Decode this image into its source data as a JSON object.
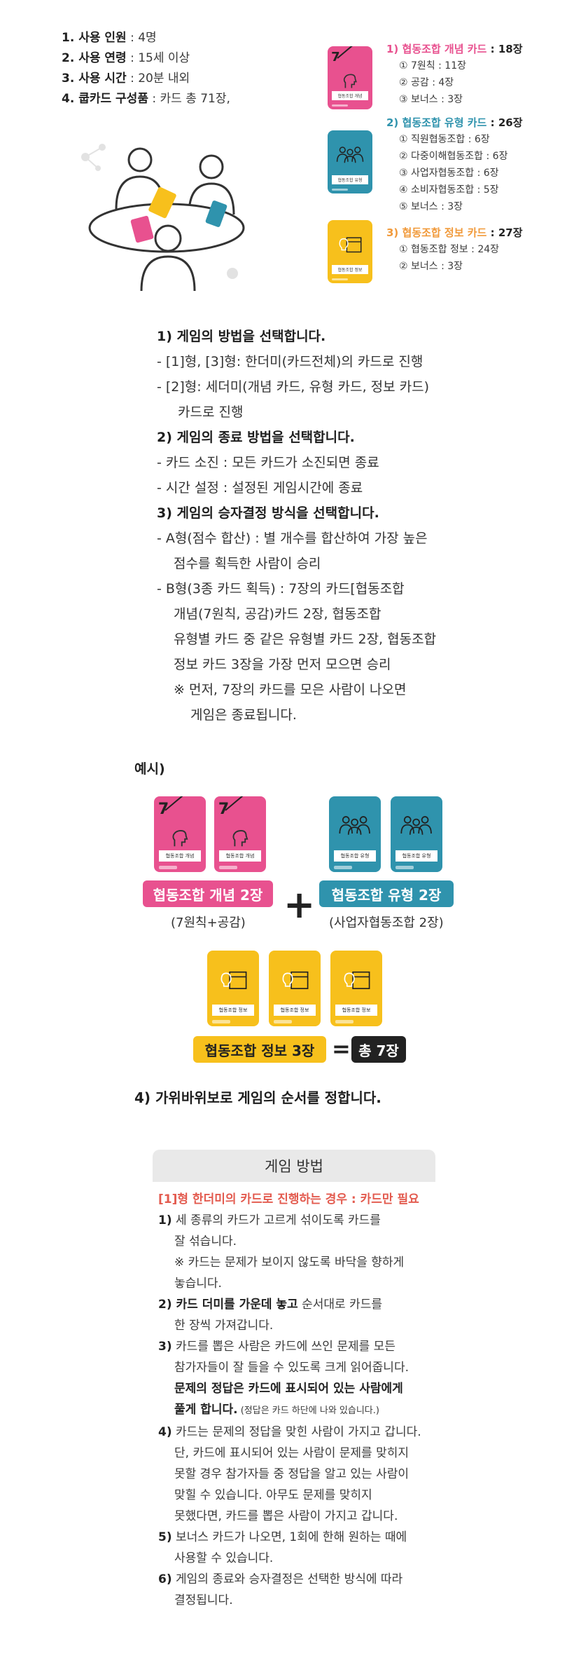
{
  "info": [
    {
      "key": "1. 사용 인원",
      "value": " : 4명"
    },
    {
      "key": "2. 사용 연령",
      "value": " : 15세 이상"
    },
    {
      "key": "3. 사용 시간",
      "value": " : 20분 내외"
    },
    {
      "key": "4. 쿱카드 구성품",
      "value": " : 카드 총 71장,"
    }
  ],
  "card_labels": {
    "concept": "협동조합 개념",
    "type": "협동조합 유형",
    "info": "협동조합 정보",
    "seven": "7"
  },
  "legend": {
    "g1": {
      "title": "1) 협동조합 개념 카드",
      "count": " : 18장",
      "items": [
        "① 7원칙 : 11장",
        "② 공감 : 4장",
        "③ 보너스 : 3장"
      ]
    },
    "g2": {
      "title": "2) 협동조합 유형 카드",
      "count": " : 26장",
      "items": [
        "① 직원협동조합 : 6장",
        "② 다중이해협동조합 : 6장",
        "③ 사업자협동조합 : 6장",
        "④ 소비자협동조합 : 5장",
        "⑤ 보너스 : 3장"
      ]
    },
    "g3": {
      "title": "3) 협동조합 정보 카드",
      "count": " : 27장",
      "items": [
        "① 협동조합 정보 : 24장",
        "② 보너스 : 3장"
      ]
    }
  },
  "rules": [
    {
      "text": "1)  게임의 방법을 선택합니다.",
      "bold": true
    },
    {
      "text": " - [1]형, [3]형: 한더미(카드전체)의 카드로 진행",
      "bold": false
    },
    {
      "text": " - [2]형: 세더미(개념 카드, 유형 카드, 정보 카드)",
      "bold": false
    },
    {
      "text": "    카드로 진행",
      "bold": false
    },
    {
      "text": "2) 게임의 종료 방법을 선택합니다.",
      "bold": true
    },
    {
      "text": " - 카드 소진 : 모든 카드가 소진되면 종료",
      "bold": false
    },
    {
      "text": " - 시간 설정 : 설정된 게임시간에 종료",
      "bold": false
    },
    {
      "text": "3) 게임의 승자결정 방식을 선택합니다.",
      "bold": true
    },
    {
      "text": " - A형(점수 합산) : 별 개수를 합산하여 가장 높은",
      "bold": false
    },
    {
      "text": "   점수를 획득한 사람이 승리",
      "bold": false
    },
    {
      "text": " - B형(3종 카드 획득) : 7장의 카드[협동조합",
      "bold": false
    },
    {
      "text": "   개념(7원칙, 공감)카드 2장, 협동조합",
      "bold": false
    },
    {
      "text": "   유형별 카드 중 같은 유형별 카드 2장, 협동조합",
      "bold": false
    },
    {
      "text": "   정보 카드 3장을 가장 먼저 모으면 승리",
      "bold": false
    },
    {
      "text": "   ※ 먼저, 7장의 카드를 모은 사람이 나오면",
      "bold": false
    },
    {
      "text": "       게임은 종료됩니다.",
      "bold": false
    }
  ],
  "example": {
    "label": "예시)",
    "concept_pill": "협동조합 개념 2장",
    "concept_sub": "(7원칙+공감)",
    "type_pill": "협동조합 유형 2장",
    "type_sub": "(사업자협동조합 2장)",
    "plus": "+",
    "info_pill": "협동조합 정보 3장",
    "equals": "=",
    "total_pill": "총 7장"
  },
  "step4": "4) 가위바위보로 게임의 순서를 정합니다.",
  "game_method": {
    "tab": "게임 방법",
    "subtitle": "[1]형 한더미의 카드로 진행하는 경우 : 카드만 필요",
    "lines": [
      {
        "num": "1)",
        "text": " 세 종류의 카드가 고르게 섞이도록 카드를"
      },
      {
        "num": "",
        "text": "잘 섞습니다."
      },
      {
        "num": "",
        "text": "  ※ 카드는 문제가 보이지 않도록 바닥을 향하게"
      },
      {
        "num": "",
        "text": "       놓습니다."
      },
      {
        "num": "2)",
        "text": " 카드 더미를 가운데 놓고",
        "tail": " 순서대로 카드를",
        "boldText": true
      },
      {
        "num": "",
        "text": "한 장씩 가져갑니다."
      },
      {
        "num": "3)",
        "text": " 카드를 뽑은 사람은 카드에 쓰인 문제를 모든"
      },
      {
        "num": "",
        "text": "참가자들이 잘 들을 수 있도록 크게 읽어줍니다."
      },
      {
        "num": "",
        "text": "문제의 정답은 카드에 표시되어 있는 사람에게",
        "boldText": true
      },
      {
        "num": "",
        "text": "풀게 합니다.",
        "tail": " (정답은 카드 하단에 나와 있습니다.)",
        "boldText": true,
        "smallTail": true
      },
      {
        "num": "4)",
        "text": " 카드는 문제의 정답을 맞힌 사람이 가지고 갑니다."
      },
      {
        "num": "",
        "text": "단, 카드에 표시되어 있는 사람이 문제를 맞히지"
      },
      {
        "num": "",
        "text": "못할 경우 참가자들 중 정답을 알고 있는 사람이"
      },
      {
        "num": "",
        "text": "맞힐 수 있습니다. 아무도 문제를 맞히지"
      },
      {
        "num": "",
        "text": "못했다면, 카드를 뽑은 사람이 가지고 갑니다."
      },
      {
        "num": "5)",
        "text": " 보너스 카드가 나오면, 1회에 한해 원하는 때에"
      },
      {
        "num": "",
        "text": "사용할 수 있습니다."
      },
      {
        "num": "6)",
        "text": " 게임의 종료와 승자결정은 선택한 방식에 따라"
      },
      {
        "num": "",
        "text": "결정됩니다."
      }
    ]
  },
  "colors": {
    "pink": "#e8518f",
    "teal": "#2f93ad",
    "orange": "#f19a3b",
    "yellow": "#f7c01c",
    "red": "#e35b4f"
  }
}
